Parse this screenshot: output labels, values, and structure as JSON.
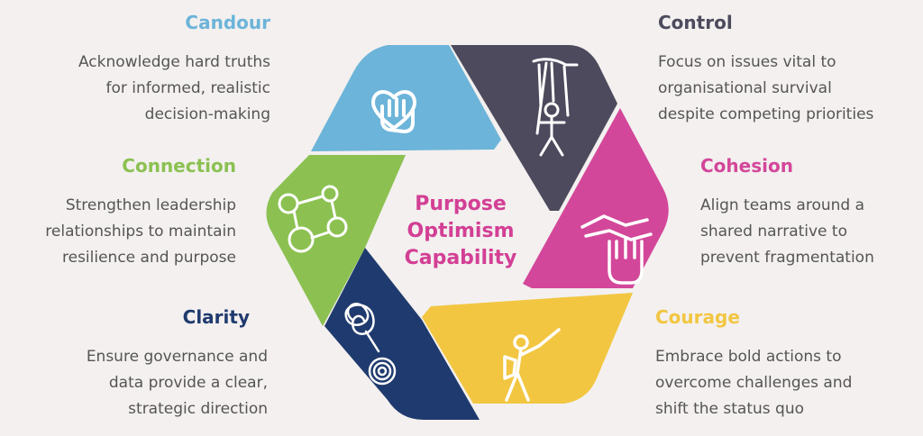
{
  "center": {
    "lines": [
      "Purpose",
      "Optimism",
      "Capability"
    ],
    "color": "#d33f95"
  },
  "segments": [
    {
      "key": "candour",
      "title": "Candour",
      "color": "#6cb4d9",
      "title_color": "#6cb4d9",
      "icon": "heart-hand-icon",
      "lines": [
        "Acknowledge hard truths",
        "for informed, realistic",
        "decision-making"
      ]
    },
    {
      "key": "control",
      "title": "Control",
      "color": "#4c4a5c",
      "title_color": "#4c4a5c",
      "icon": "puppet-icon",
      "lines": [
        "Focus on issues vital to",
        "organisational survival",
        "despite competing priorities"
      ]
    },
    {
      "key": "cohesion",
      "title": "Cohesion",
      "color": "#d3479a",
      "title_color": "#d3479a",
      "icon": "stacked-hands-icon",
      "lines": [
        "Align teams around a",
        "shared narrative  to",
        "prevent fragmentation"
      ]
    },
    {
      "key": "courage",
      "title": "Courage",
      "color": "#f2c641",
      "title_color": "#f2c641",
      "icon": "warrior-icon",
      "lines": [
        "Embrace bold actions to",
        "overcome challenges and",
        "shift the status quo"
      ]
    },
    {
      "key": "clarity",
      "title": "Clarity",
      "color": "#1f3a6e",
      "title_color": "#1f3a6e",
      "icon": "tangle-spiral-icon",
      "lines": [
        "Ensure governance and",
        "data provide a clear,",
        "strategic direction"
      ]
    },
    {
      "key": "connection",
      "title": "Connection",
      "color": "#8cc152",
      "title_color": "#8cc152",
      "icon": "network-people-icon",
      "lines": [
        "Strengthen leadership",
        "relationships to maintain",
        "resilience and purpose"
      ]
    }
  ]
}
